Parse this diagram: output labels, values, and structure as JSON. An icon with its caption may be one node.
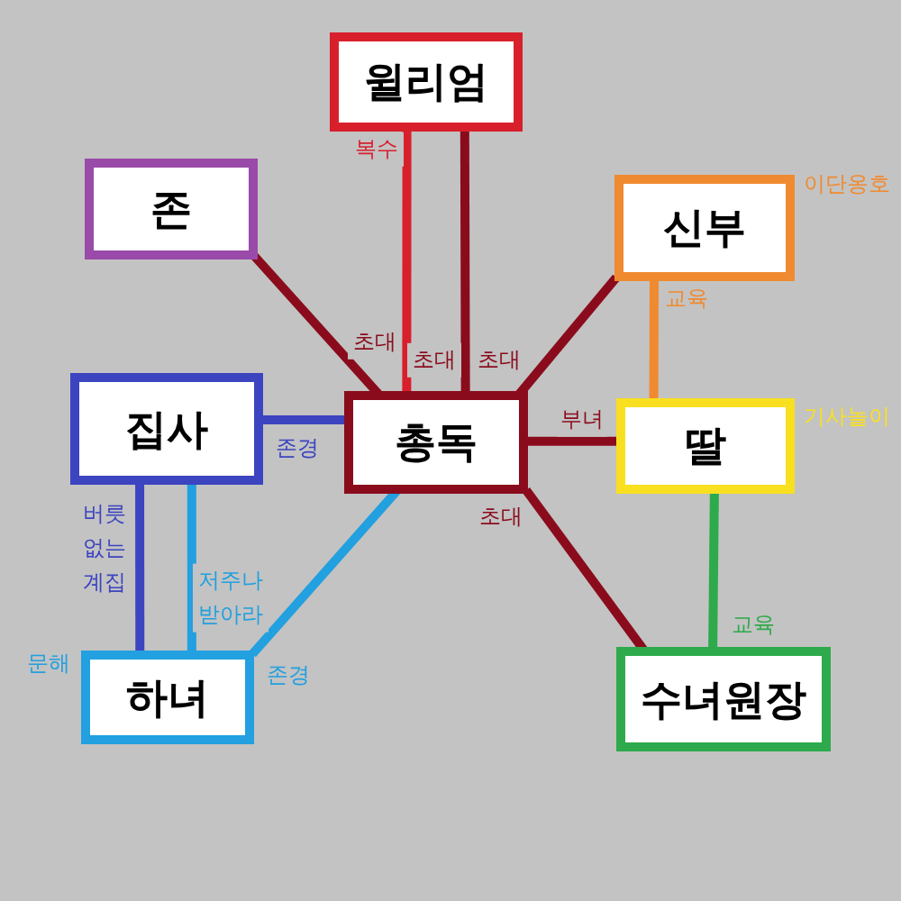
{
  "diagram": {
    "nodes": [
      {
        "text": [
          "윌리엄"
        ]
      },
      {
        "text": [
          "존"
        ]
      },
      {
        "text": [
          "신부"
        ],
        "beside": [
          "이단옹호"
        ]
      },
      {
        "text": [
          "집사"
        ]
      },
      {
        "text": [
          "총독"
        ]
      },
      {
        "text": [
          "딸"
        ],
        "beside": [
          "기사놀이"
        ]
      },
      {
        "text": [
          "하녀"
        ],
        "beside": [
          "문해"
        ]
      },
      {
        "text": [
          "수녀원장"
        ]
      }
    ],
    "edges": [
      {
        "from": 0,
        "to": 4,
        "arrow": "none",
        "label": "복수",
        "color": "#d8202c"
      },
      {
        "from": 4,
        "to": 0,
        "arrow": "none",
        "label": "초대"
      },
      {
        "from": 4,
        "to": 1,
        "arrow": "none",
        "label": "초대"
      },
      {
        "from": 4,
        "to": 2,
        "arrow": "none",
        "label": "초대"
      },
      {
        "from": 3,
        "to": 4,
        "arrow": "none",
        "label": "존경",
        "color": "#3c44c0"
      },
      {
        "from": 4,
        "to": 5,
        "arrow": "none",
        "label": "부녀"
      },
      {
        "from": 4,
        "to": 7,
        "arrow": "none",
        "label": "초대"
      },
      {
        "from": 2,
        "to": 5,
        "arrow": "none",
        "label": "교육",
        "color": "#f08a30"
      },
      {
        "from": 5,
        "to": 7,
        "arrow": "none",
        "label": "교육",
        "color": "#2eaa4c"
      },
      {
        "from": 3,
        "to": 6,
        "arrow": "none",
        "label": "버릇 없는 계집",
        "color": "#3c44c0"
      },
      {
        "from": 6,
        "to": 3,
        "arrow": "none",
        "label": "저주나 받아라",
        "color": "#22a0e0"
      },
      {
        "from": 6,
        "to": 4,
        "arrow": "none",
        "label": "존경",
        "color": "#22a0e0"
      }
    ]
  }
}
